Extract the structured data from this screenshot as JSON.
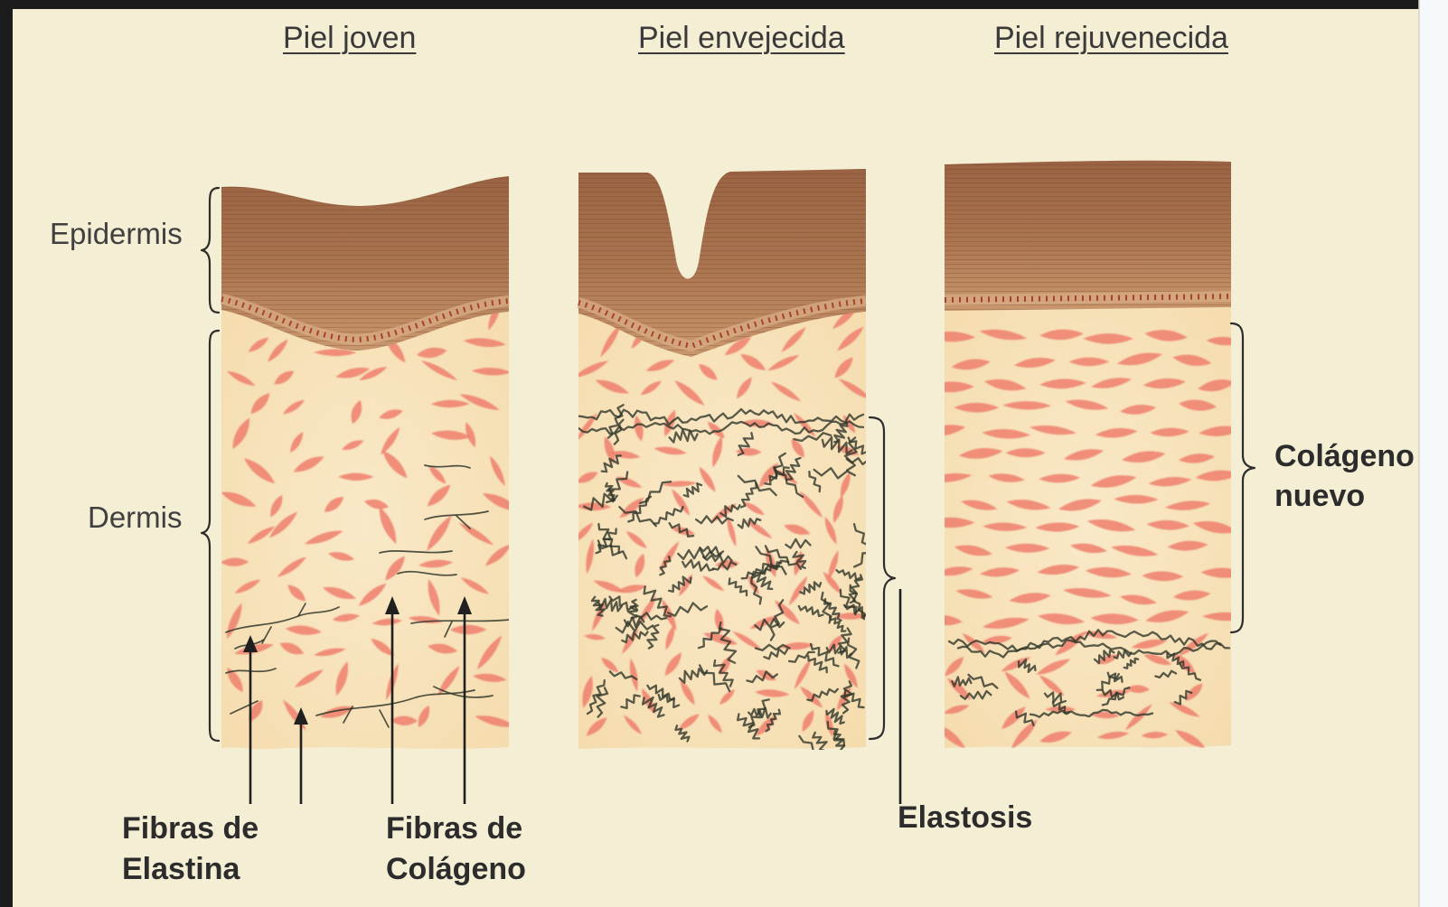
{
  "titles": {
    "young": "Piel joven",
    "aged": "Piel envejecida",
    "rejuvenated": "Piel rejuvenecida"
  },
  "labels": {
    "epidermis": "Epidermis",
    "dermis": "Dermis",
    "elastin_fibers": [
      "Fibras de",
      "Elastina"
    ],
    "collagen_fibers": [
      "Fibras de",
      "Colágeno"
    ],
    "elastosis": "Elastosis",
    "new_collagen": [
      "Colágeno",
      "nuevo"
    ]
  },
  "colors": {
    "background": "#f4eed4",
    "epidermis": "#ac7651",
    "dermis": "#f5dcae",
    "collagen_fibers": "#ee7f6c",
    "elastin_fibers": "#2f3629"
  }
}
